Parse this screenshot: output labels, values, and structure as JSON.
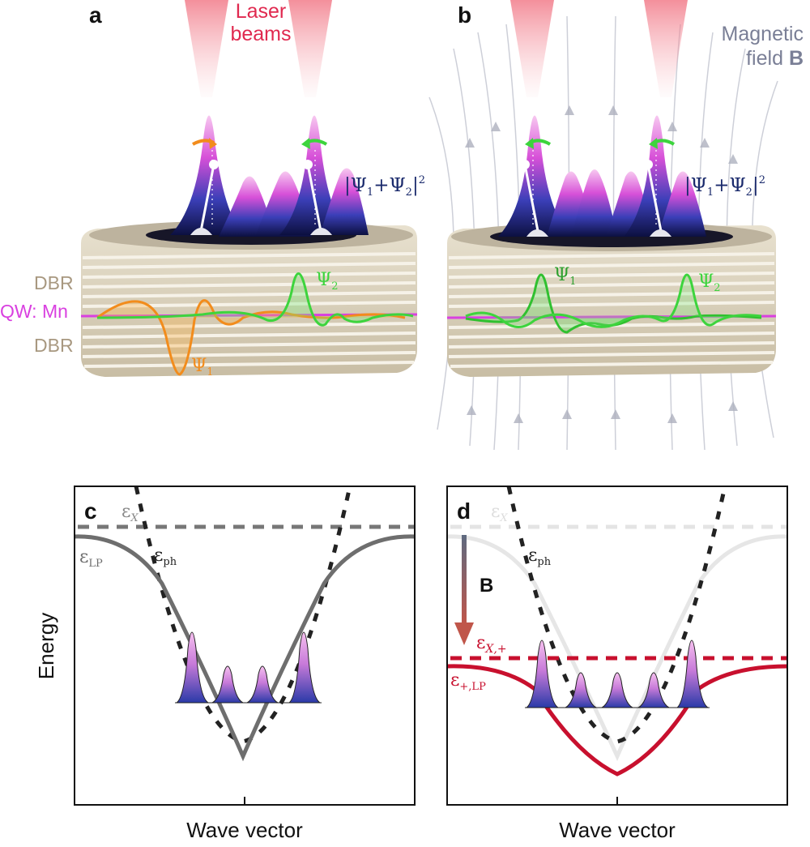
{
  "panel_a": {
    "letter": "a",
    "laser_line1": "Laser",
    "laser_line2": "beams",
    "dbr_top": "DBR",
    "qw": "QW: Mn",
    "dbr_bottom": "DBR",
    "psi1": "Ψ",
    "psi1_sub": "1",
    "psi2": "Ψ",
    "psi2_sub": "2",
    "density": "|Ψ",
    "density_sub1": "1",
    "density_plus": "+Ψ",
    "density_sub2": "2",
    "density_end": "|",
    "density_sup": "2"
  },
  "panel_b": {
    "letter": "b",
    "field_line1": "Magnetic",
    "field_line2": "field",
    "field_symbol": "B",
    "psi1": "Ψ",
    "psi1_sub": "1",
    "psi2": "Ψ",
    "psi2_sub": "2",
    "density": "|Ψ",
    "density_sub1": "1",
    "density_plus": "+Ψ",
    "density_sub2": "2",
    "density_end": "|",
    "density_sup": "2"
  },
  "panel_c": {
    "letter": "c",
    "eps_x": "ε",
    "eps_x_sub": "X",
    "eps_lp": "ε",
    "eps_lp_sub": "LP",
    "eps_ph": "ε",
    "eps_ph_sub": "ph",
    "ylabel": "Energy",
    "xlabel": "Wave vector"
  },
  "panel_d": {
    "letter": "d",
    "eps_x": "ε",
    "eps_x_sub": "X",
    "eps_ph": "ε",
    "eps_ph_sub": "ph",
    "b_label": "B",
    "eps_xplus": "ε",
    "eps_xplus_sub": "X,+",
    "eps_pluslp": "ε",
    "eps_pluslp_sub": "+,LP",
    "xlabel": "Wave vector"
  },
  "colors": {
    "laser": "#e0294f",
    "magenta_qw": "#d940e0",
    "dbr_text": "#a89880",
    "orange": "#f28c1c",
    "green": "#3dd43d",
    "navy": "#1a2a6c",
    "field_text": "#7a7f96",
    "lp_gray": "#6e6e6e",
    "red_lp": "#c8102e"
  }
}
